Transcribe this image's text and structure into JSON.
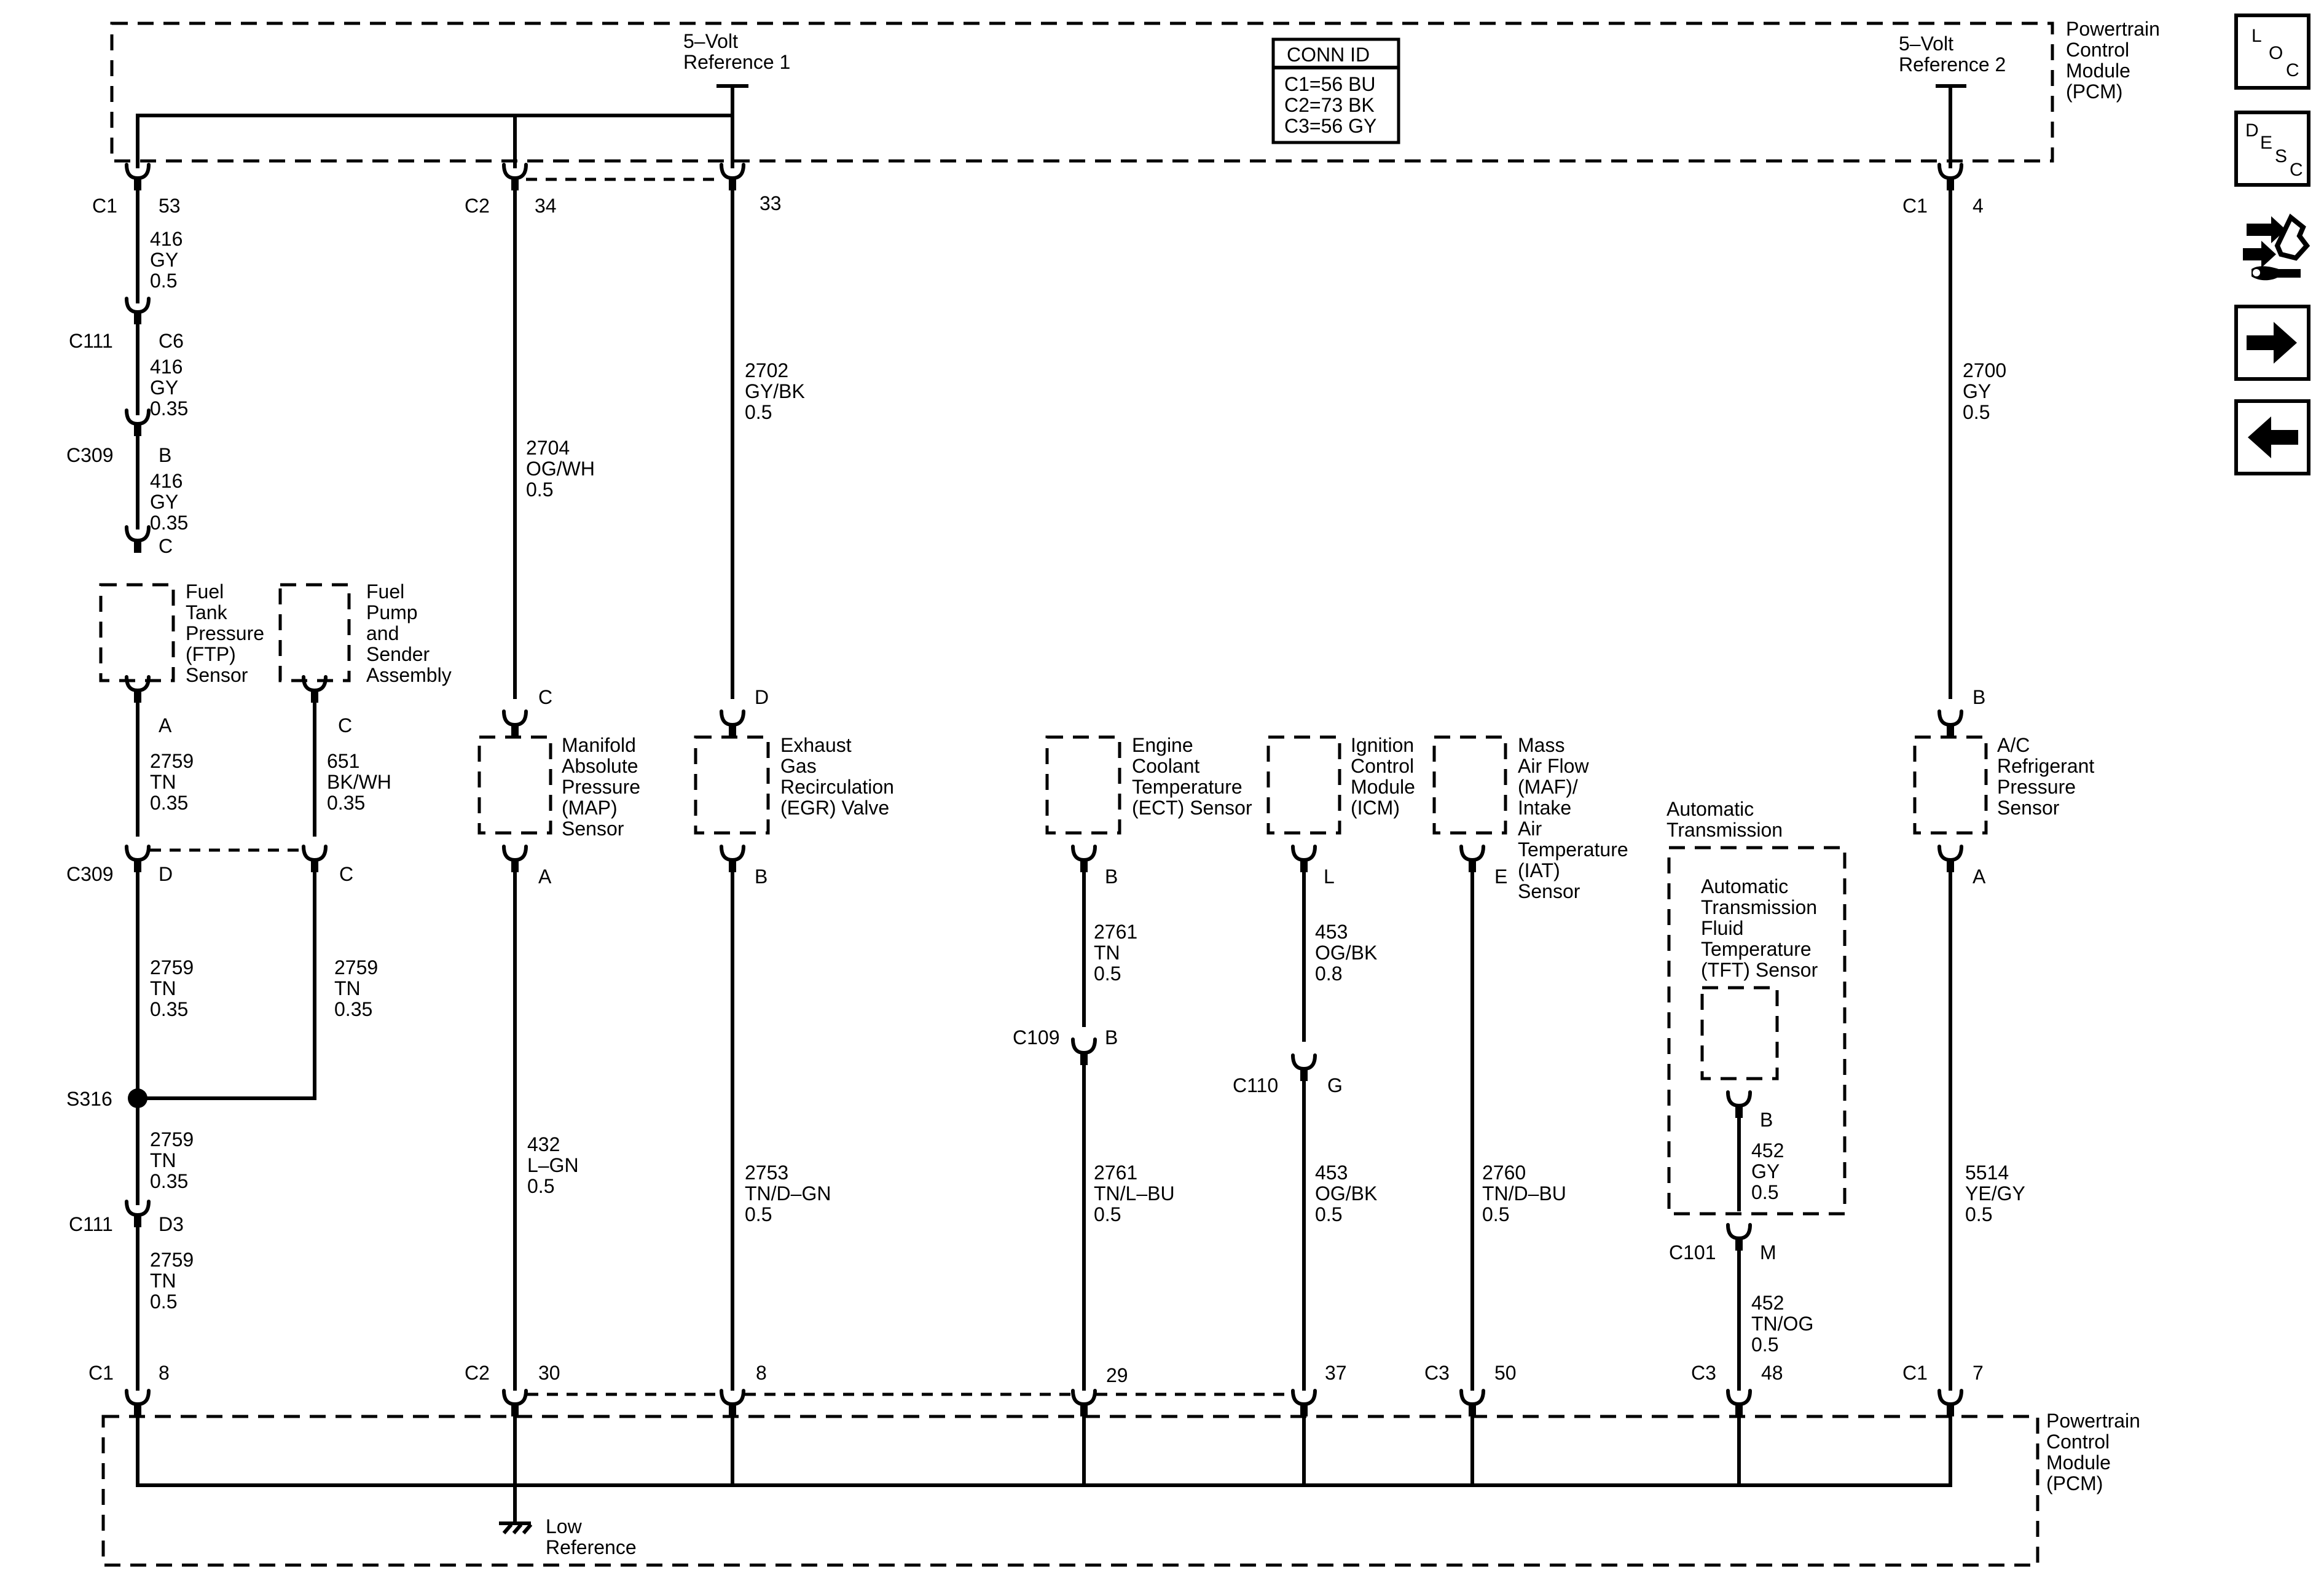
{
  "pcm_top": {
    "label": [
      "Powertrain",
      "Control",
      "Module",
      "(PCM)"
    ]
  },
  "pcm_bottom": {
    "label": [
      "Powertrain",
      "Control",
      "Module",
      "(PCM)"
    ]
  },
  "ref1": {
    "label": [
      "5–Volt",
      "Reference 1"
    ]
  },
  "ref2": {
    "label": [
      "5–Volt",
      "Reference 2"
    ]
  },
  "conn_id": {
    "title": "CONN ID",
    "lines": [
      "C1=56 BU",
      "C2=73 BK",
      "C3=56 GY"
    ]
  },
  "low_ref": {
    "label": [
      "Low",
      "Reference"
    ]
  },
  "splice": {
    "label": "S316"
  },
  "auto_trans": {
    "label": [
      "Automatic",
      "Transmission"
    ]
  },
  "components": [
    {
      "id": "ftp",
      "label": [
        "Fuel",
        "Tank",
        "Pressure",
        "(FTP)",
        "Sensor"
      ]
    },
    {
      "id": "fpsa",
      "label": [
        "Fuel",
        "Pump",
        "and",
        "Sender",
        "Assembly"
      ]
    },
    {
      "id": "map",
      "label": [
        "Manifold",
        "Absolute",
        "Pressure",
        "(MAP)",
        "Sensor"
      ]
    },
    {
      "id": "egr",
      "label": [
        "Exhaust",
        "Gas",
        "Recirculation",
        "(EGR) Valve"
      ]
    },
    {
      "id": "ect",
      "label": [
        "Engine",
        "Coolant",
        "Temperature",
        "(ECT) Sensor"
      ]
    },
    {
      "id": "icm",
      "label": [
        "Ignition",
        "Control",
        "Module",
        "(ICM)"
      ]
    },
    {
      "id": "maf",
      "label": [
        "Mass",
        "Air Flow",
        "(MAF)/",
        "Intake",
        "Air",
        "Temperature",
        "(IAT)",
        "Sensor"
      ]
    },
    {
      "id": "tft",
      "label": [
        "Automatic",
        "Transmission",
        "Fluid",
        "Temperature",
        "(TFT) Sensor"
      ]
    },
    {
      "id": "acp",
      "label": [
        "A/C",
        "Refrigerant",
        "Pressure",
        "Sensor"
      ]
    }
  ],
  "connectors": [
    {
      "name": "C1",
      "pin": "53"
    },
    {
      "name": "C2",
      "pin": "34"
    },
    {
      "name": "",
      "pin": "33"
    },
    {
      "name": "C1",
      "pin": "4"
    },
    {
      "name": "C111",
      "pin": "C6"
    },
    {
      "name": "C309",
      "pin": "B"
    },
    {
      "name": "",
      "pin": "C"
    },
    {
      "name": "",
      "pin": "A"
    },
    {
      "name": "",
      "pin": "C"
    },
    {
      "name": "C309",
      "pin": "D"
    },
    {
      "name": "",
      "pin": "C"
    },
    {
      "name": "C111",
      "pin": "D3"
    },
    {
      "name": "",
      "pin": "C"
    },
    {
      "name": "",
      "pin": "A"
    },
    {
      "name": "",
      "pin": "D"
    },
    {
      "name": "",
      "pin": "B"
    },
    {
      "name": "",
      "pin": "B"
    },
    {
      "name": "C109",
      "pin": "B"
    },
    {
      "name": "",
      "pin": "L"
    },
    {
      "name": "C110",
      "pin": "G"
    },
    {
      "name": "",
      "pin": "E"
    },
    {
      "name": "",
      "pin": "B"
    },
    {
      "name": "C101",
      "pin": "M"
    },
    {
      "name": "",
      "pin": "B"
    },
    {
      "name": "",
      "pin": "A"
    },
    {
      "name": "C1",
      "pin": "8"
    },
    {
      "name": "C2",
      "pin": "30"
    },
    {
      "name": "",
      "pin": "8"
    },
    {
      "name": "",
      "pin": "29"
    },
    {
      "name": "",
      "pin": "37"
    },
    {
      "name": "C3",
      "pin": "50"
    },
    {
      "name": "C3",
      "pin": "48"
    },
    {
      "name": "C1",
      "pin": "7"
    }
  ],
  "wires": [
    [
      "416",
      "GY",
      "0.5"
    ],
    [
      "416",
      "GY",
      "0.35"
    ],
    [
      "416",
      "GY",
      "0.35"
    ],
    [
      "2759",
      "TN",
      "0.35"
    ],
    [
      "651",
      "BK/WH",
      "0.35"
    ],
    [
      "2759",
      "TN",
      "0.35"
    ],
    [
      "2759",
      "TN",
      "0.35"
    ],
    [
      "2759",
      "TN",
      "0.35"
    ],
    [
      "2759",
      "TN",
      "0.5"
    ],
    [
      "2704",
      "OG/WH",
      "0.5"
    ],
    [
      "2702",
      "GY/BK",
      "0.5"
    ],
    [
      "432",
      "L–GN",
      "0.5"
    ],
    [
      "2753",
      "TN/D–GN",
      "0.5"
    ],
    [
      "2761",
      "TN",
      "0.5"
    ],
    [
      "2761",
      "TN/L–BU",
      "0.5"
    ],
    [
      "453",
      "OG/BK",
      "0.8"
    ],
    [
      "453",
      "OG/BK",
      "0.5"
    ],
    [
      "2760",
      "TN/D–BU",
      "0.5"
    ],
    [
      "452",
      "GY",
      "0.5"
    ],
    [
      "452",
      "TN/OG",
      "0.5"
    ],
    [
      "2700",
      "GY",
      "0.5"
    ],
    [
      "5514",
      "YE/GY",
      "0.5"
    ]
  ],
  "sidebar": [
    {
      "id": "loc",
      "letters": [
        "L",
        "O",
        "C"
      ]
    },
    {
      "id": "desc",
      "letters": [
        "D",
        "E",
        "S",
        "C"
      ]
    },
    {
      "id": "tools",
      "icon": "service-tools-icon"
    },
    {
      "id": "next",
      "icon": "arrow-right-icon"
    },
    {
      "id": "prev",
      "icon": "arrow-left-icon"
    }
  ]
}
